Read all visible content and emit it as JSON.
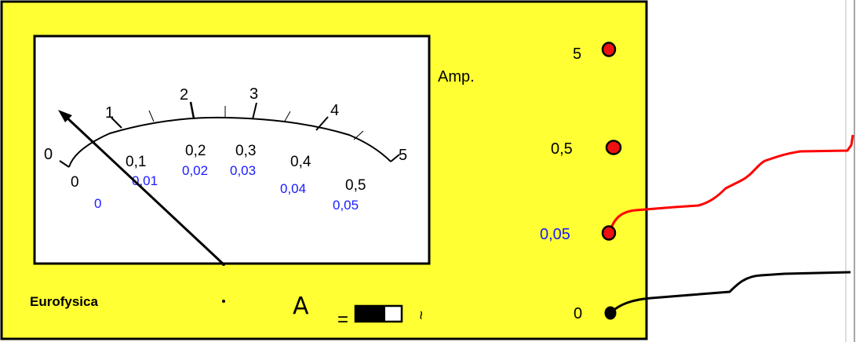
{
  "meter": {
    "unit_label": "Amp.",
    "brand": "Eurofysica",
    "current_symbol": "A",
    "dc_symbol": "=",
    "ac_symbol": "~",
    "colors": {
      "panel": "#ffff33",
      "dial_face": "#ffffff",
      "outline": "#000000",
      "blue_scale": "#1a1aff",
      "red_wire": "#ff0000",
      "terminal_red": "#ee1111",
      "terminal_black": "#000000"
    },
    "scale_range_5": [
      "0",
      "1",
      "2",
      "3",
      "4",
      "5"
    ],
    "scale_range_05": [
      "0",
      "0,1",
      "0,2",
      "0,3",
      "0,4",
      "0,5"
    ],
    "scale_range_005": [
      "0",
      "0,01",
      "0,02",
      "0,03",
      "0,04",
      "0,05"
    ],
    "terminals": [
      {
        "label": "5",
        "color": "red"
      },
      {
        "label": "0,5",
        "color": "red"
      },
      {
        "label": "0,05",
        "color": "red",
        "label_color": "blue"
      },
      {
        "label": "0",
        "color": "black"
      }
    ],
    "red_wire_connected_to": "0,05",
    "black_wire_connected_to": "0"
  }
}
